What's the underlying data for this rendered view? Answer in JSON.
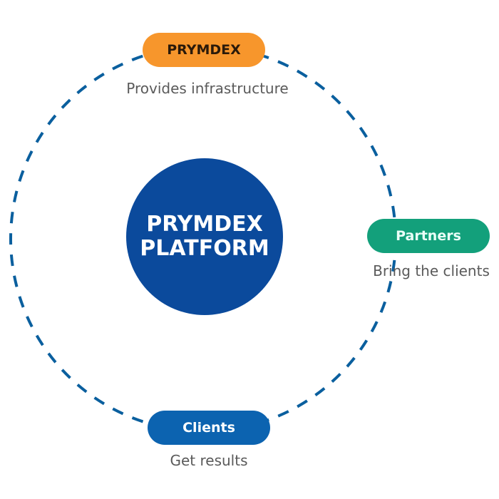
{
  "diagram": {
    "center": {
      "line1": "PRYMDEX",
      "line2": "PLATFORM"
    },
    "nodes": [
      {
        "id": "prymdex",
        "label": "PRYMDEX",
        "description": "Provides infrastructure",
        "color": "#f7962c"
      },
      {
        "id": "partners",
        "label": "Partners",
        "description": "Bring the clients",
        "color": "#13a07b"
      },
      {
        "id": "clients",
        "label": "Clients",
        "description": "Get results",
        "color": "#0c63b0"
      }
    ],
    "colors": {
      "center": "#0b4a9c",
      "ring": "#0a5f9e"
    }
  }
}
